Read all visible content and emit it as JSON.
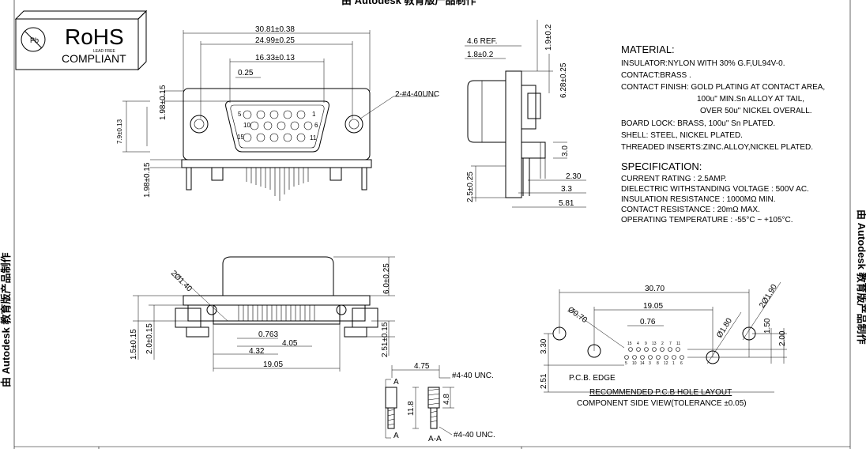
{
  "watermark": {
    "top": "由 Autodesk 教育版产品制作",
    "left": "由 Autodesk 教育版产品制作",
    "right": "由 Autodesk 教育版产品制作"
  },
  "rohs": {
    "main": "RoHS",
    "sub": "COMPLIANT",
    "small": "LEAD FREE",
    "mark": "Pb"
  },
  "front_view": {
    "dims": [
      "30.81±0.38",
      "24.99±0.25",
      "16.33±0.13",
      "0.25",
      "1.98±0.15",
      "7.9±0.13",
      "1.98±0.15"
    ],
    "callout": "2-#4-40UNC",
    "pins": [
      "5",
      "1",
      "10",
      "6",
      "15",
      "11"
    ]
  },
  "side_view": {
    "dims": [
      "4.6 REF.",
      "1.8±0.2",
      "1.9±0.2",
      "6.28±0.25",
      "3.0",
      "2.30",
      "3.3",
      "5.81",
      "2.5±0.25"
    ]
  },
  "material": {
    "title": "MATERIAL:",
    "lines": [
      "INSULATOR:NYLON WITH 30% G.F,UL94V-0.",
      "CONTACT:BRASS .",
      "CONTACT FINISH: GOLD PLATING AT CONTACT AREA,",
      "100u\" MIN.Sn ALLOY AT TAIL,",
      "OVER 50u\" NICKEL OVERALL.",
      "BOARD LOCK: BRASS, 100u\" Sn  PLATED.",
      "SHELL: STEEL, NICKEL PLATED.",
      "THREADED INSERTS:ZINC.ALLOY,NICKEL PLATED."
    ]
  },
  "specification": {
    "title": "SPECIFICATION:",
    "lines": [
      "CURRENT RATING : 2.5AMP.",
      "DIELECTRIC WITHSTANDING VOLTAGE : 500V AC.",
      "INSULATION RESISTANCE : 1000MΩ MIN.",
      "CONTACT RESISTANCE : 20mΩ MAX.",
      "OPERATING TEMPERATURE : -55°C ~ +105°C."
    ]
  },
  "bottom_view": {
    "dims": [
      "2Ø1.40",
      "6.0±0.25",
      "1.5±0.15",
      "2.0±0.15",
      "0.763",
      "4.05",
      "4.32",
      "19.05",
      "2.51±0.15"
    ]
  },
  "section_view": {
    "dims": [
      "4.75",
      "#4-40 UNC.",
      "11.8",
      "4.8",
      "A",
      "A",
      "A-A",
      "#4-40 UNC."
    ]
  },
  "pcb_layout": {
    "dims": [
      "30.70",
      "19.05",
      "Ø0.70",
      "0.76",
      "2Ø1.90",
      "Ø1.80",
      "1.50",
      "2.00",
      "3.30",
      "2.51"
    ],
    "edge": "P.C.B. EDGE",
    "title": "RECOMMENDED P.C.B HOLE LAYOUT",
    "subtitle": "COMPONENT SIDE VIEW(TOLERANCE ±0.05)",
    "top_pins": [
      "15",
      "4",
      "9",
      "13",
      "2",
      "7",
      "11"
    ],
    "bottom_pins": [
      "5",
      "10",
      "14",
      "3",
      "8",
      "12",
      "1",
      "6"
    ]
  }
}
